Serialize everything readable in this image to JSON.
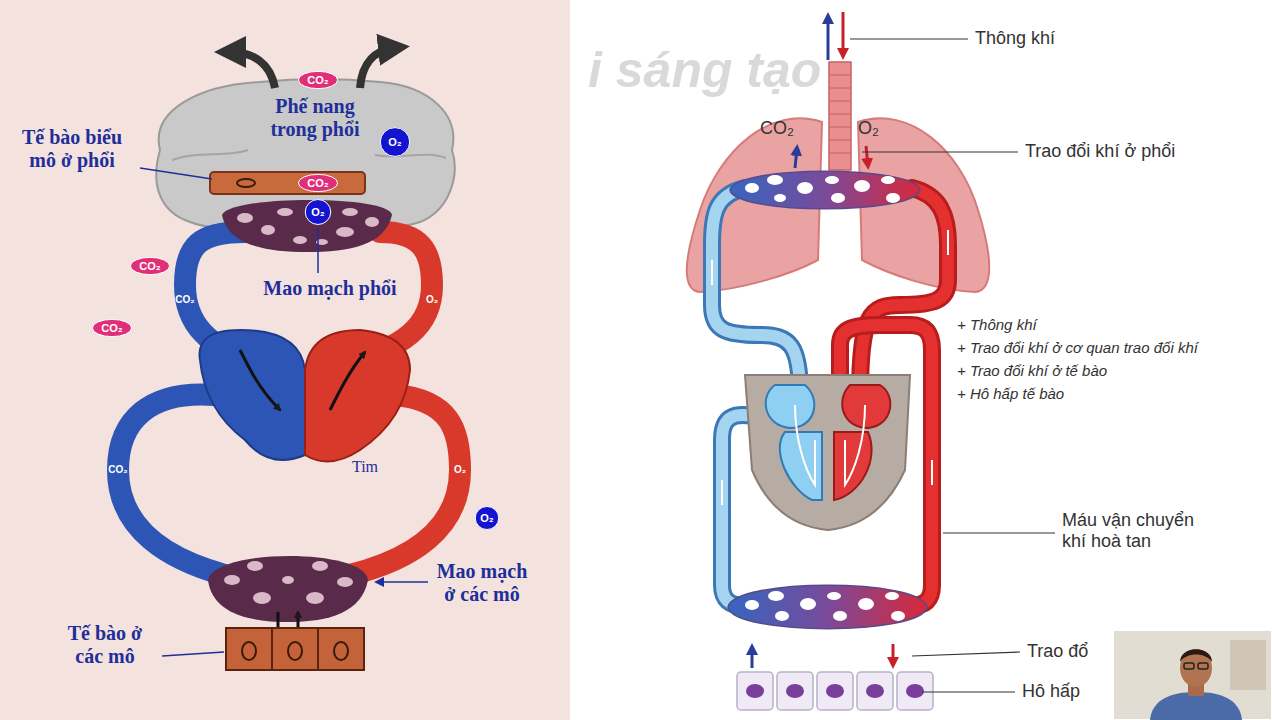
{
  "diagram": {
    "nodes": [
      {
        "text": [
          "CO₂"
        ]
      },
      {
        "text": [
          "O₂"
        ]
      },
      {
        "text": [
          "CO₂"
        ]
      },
      {
        "text": [
          "O₂"
        ]
      },
      {
        "text": [
          "CO₂"
        ]
      },
      {
        "text": [
          "CO₂"
        ]
      },
      {
        "text": [
          "O₂"
        ]
      }
    ],
    "labels": [
      "Phế nang trong phổi",
      "Tế bào biểu mô ở phổi",
      "Mao mạch phổi",
      "CO₂",
      "O₂",
      "Tim",
      "CO₂",
      "O₂",
      "Mao mạch ở các mô",
      "Tế bào ở các mô",
      "i sáng tạo",
      "Thông khí",
      "CO₂",
      "O₂",
      "Trao đổi khí ở phổi",
      "+ Thông khí",
      "+ Trao đổi khí ở cơ quan trao đổi khí",
      "+ Trao đổi khí ở tế bào",
      "+ Hô hấp tế bào",
      "Máu vận chuyển khí hoà tan",
      "Trao đổ",
      "Hô hấp"
    ]
  }
}
